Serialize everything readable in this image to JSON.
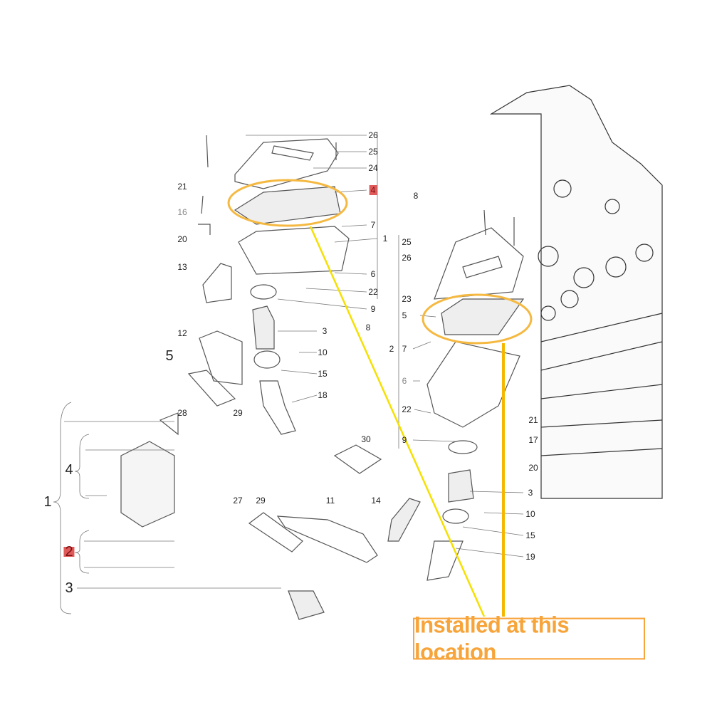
{
  "callout": {
    "text": "Installed at this location",
    "color": "#f7a43a"
  },
  "highlight_colors": {
    "ellipse": "#f5b942",
    "pointer_line": "#f5e000",
    "pointer_bar": "#f5b800",
    "part_badge": "#e05a5a"
  },
  "left_assembly_labels": [
    "26",
    "25",
    "24",
    "4",
    "7",
    "1",
    "6",
    "22",
    "9",
    "21",
    "16",
    "20",
    "13",
    "8",
    "3",
    "10",
    "15",
    "18",
    "12",
    "28",
    "29",
    "5"
  ],
  "right_assembly_labels": [
    "8",
    "25",
    "26",
    "23",
    "5",
    "2",
    "7",
    "6",
    "22",
    "9",
    "21",
    "17",
    "20",
    "3",
    "10",
    "15",
    "19"
  ],
  "lower_labels": [
    "30",
    "27",
    "29",
    "11",
    "14"
  ],
  "inset_labels": [
    "1",
    "4",
    "2",
    "3"
  ]
}
